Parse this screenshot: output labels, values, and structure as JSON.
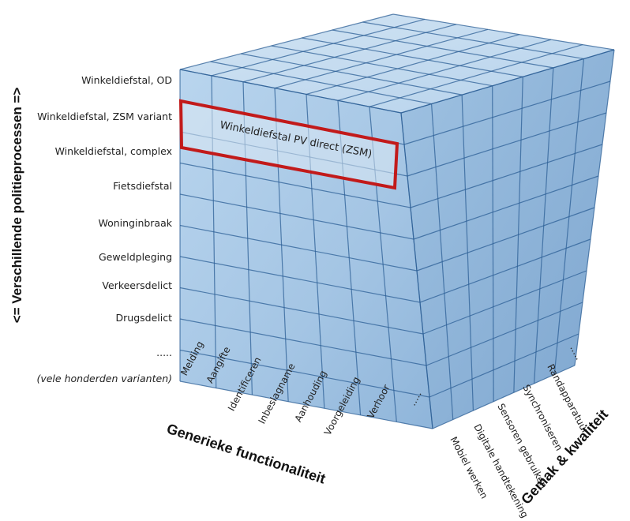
{
  "diagram": {
    "vertical_axis_title": "<= Verschillende politieprocessen =>",
    "horizontal_axis_title": "Generieke functionaliteit",
    "depth_axis_title": "Gemak & kwaliteit",
    "processes": [
      "Winkeldiefstal, OD",
      "Winkeldiefstal, ZSM variant",
      "Winkeldiefstal, complex",
      "Fietsdiefstal",
      "Woninginbraak",
      "Geweldpleging",
      "Verkeersdelict",
      "Drugsdelict",
      ".....",
      "(vele honderden varianten)"
    ],
    "functionalities": [
      "Melding",
      "Aangifte",
      "Identificeren",
      "Inbeslagname",
      "Aanhouding",
      "Voorgeleiding",
      "Verhoor",
      "....."
    ],
    "quality_aspects": [
      "Mobiel werken",
      "Digitale handtekening",
      "Sensoren gebruiken",
      "Synchroniseren",
      "Randapparatuur",
      "....."
    ],
    "highlight_label": "Winkeldiefstal  PV direct (ZSM)",
    "colors": {
      "front_face": "#a9c9e6",
      "side_face": "#8fb3d6",
      "top_face": "#c6dcef",
      "grid_line": "#2c5f96",
      "highlight_border": "#c21a1a",
      "highlight_fill": "#dde9f4"
    }
  }
}
